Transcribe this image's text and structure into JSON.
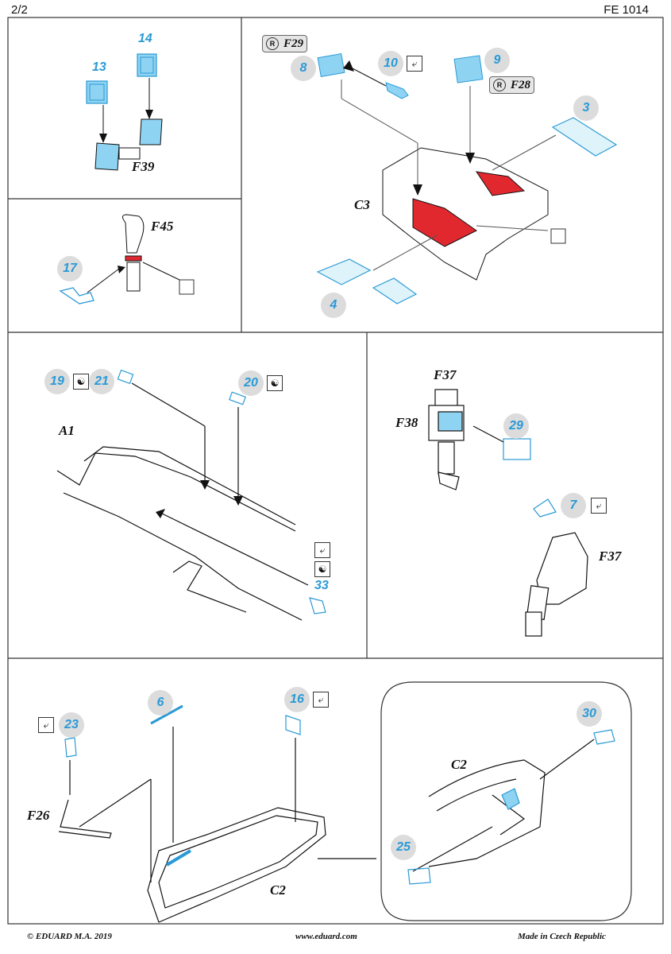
{
  "header": {
    "page": "2/2",
    "code": "FE 1014"
  },
  "footer": {
    "copyright": "© EDUARD  M.A. 2019",
    "website": "www.eduard.com",
    "made_in": "Made in Czech Republic"
  },
  "colors": {
    "etch_blue": "#2a9ad6",
    "etch_fill": "#8fd3f2",
    "red": "#e0282e",
    "bubble": "#dcdcdc"
  },
  "icons": {
    "fold": "fold-icon",
    "both_sides": "yin-yang-icon",
    "remove": "remove-icon",
    "rivet": "rivet-icon",
    "replace": "replace-icon"
  },
  "panel1": {
    "parts": [
      "13",
      "14"
    ],
    "label": "F39"
  },
  "panel2": {
    "parts": [
      "17"
    ],
    "label": "F45"
  },
  "panel3": {
    "parts": [
      "8",
      "10",
      "9",
      "3",
      "4"
    ],
    "ref_top": "F29",
    "ref_right": "F28",
    "label": "C3"
  },
  "panel4": {
    "parts": [
      "19",
      "21",
      "20",
      "33"
    ],
    "label": "A1"
  },
  "panel5": {
    "parts": [
      "29",
      "7"
    ],
    "label_top": "F37",
    "label_left": "F38",
    "label_right": "F37"
  },
  "panel6": {
    "parts": [
      "23",
      "6",
      "16"
    ],
    "label_left": "F26",
    "label_bottom": "C2"
  },
  "panel7": {
    "parts": [
      "30",
      "25"
    ],
    "label": "C2"
  }
}
